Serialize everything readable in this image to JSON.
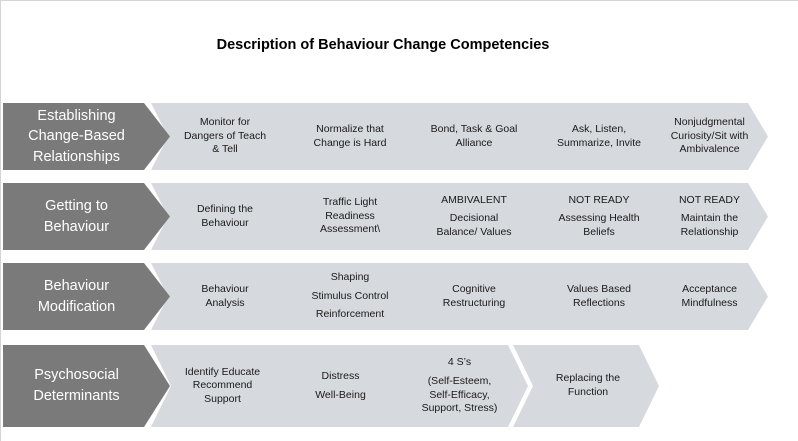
{
  "title": "Description of Behaviour Change Competencies",
  "colors": {
    "header_fill": "#7a7a7a",
    "chevron_fill": "#d6d9dd",
    "header_text": "#ffffff",
    "chevron_text": "#1a1a1a",
    "background": "#ffffff"
  },
  "rows": [
    {
      "header": [
        "Establishing",
        "Change-Based",
        "Relationships"
      ],
      "chevrons": [
        {
          "lines": [
            "Monitor for",
            "Dangers of Teach",
            "& Tell"
          ]
        },
        {
          "lines": [
            "Normalize that",
            "Change is Hard"
          ]
        },
        {
          "lines": [
            "Bond, Task & Goal",
            "Alliance"
          ]
        },
        {
          "lines": [
            "Ask, Listen,",
            "Summarize, Invite"
          ]
        },
        {
          "lines": [
            "Nonjudgmental",
            "Curiosity/Sit with",
            "Ambivalence"
          ]
        }
      ]
    },
    {
      "header": [
        "Getting to",
        "Behaviour"
      ],
      "chevrons": [
        {
          "lines": [
            "Defining the",
            "Behaviour"
          ]
        },
        {
          "lines": [
            "Traffic Light",
            "Readiness",
            "Assessment\\"
          ]
        },
        {
          "lines": [
            "AMBIVALENT",
            "",
            "Decisional",
            "Balance/ Values"
          ]
        },
        {
          "lines": [
            "NOT READY",
            "",
            "Assessing Health",
            "Beliefs"
          ]
        },
        {
          "lines": [
            "NOT READY",
            "",
            "Maintain the",
            "Relationship"
          ]
        }
      ]
    },
    {
      "header": [
        "Behaviour",
        "Modification"
      ],
      "chevrons": [
        {
          "lines": [
            "Behaviour",
            "Analysis"
          ]
        },
        {
          "lines": [
            "Shaping",
            "",
            "Stimulus Control",
            "",
            "Reinforcement"
          ]
        },
        {
          "lines": [
            "Cognitive",
            "Restructuring"
          ]
        },
        {
          "lines": [
            "Values Based",
            "Reflections"
          ]
        },
        {
          "lines": [
            "Acceptance",
            "Mindfulness"
          ]
        }
      ]
    },
    {
      "header": [
        "Psychosocial",
        "Determinants"
      ],
      "chevrons": [
        {
          "lines": [
            "Identify Educate",
            "Recommend",
            "Support"
          ]
        },
        {
          "lines": [
            "Distress",
            "",
            "Well-Being"
          ]
        },
        {
          "lines": [
            "4 S’s",
            "",
            "(Self-Esteem,",
            "Self-Efficacy,",
            "Support, Stress)"
          ]
        },
        {
          "lines": [
            "Replacing the",
            "Function"
          ]
        }
      ]
    }
  ]
}
